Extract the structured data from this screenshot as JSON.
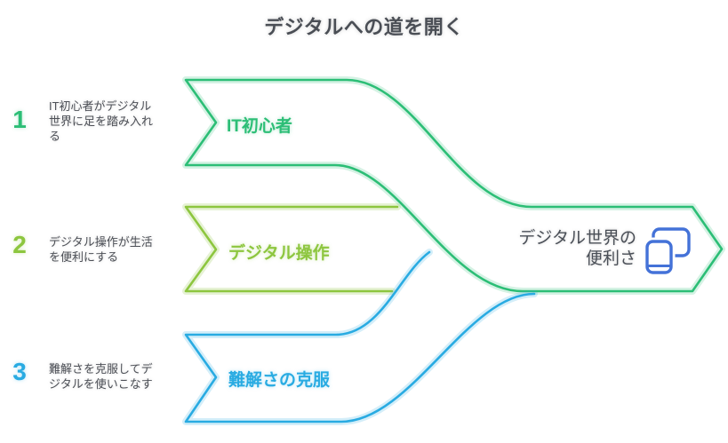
{
  "title": "デジタルへの道を開く",
  "colors": {
    "green": "#2cbe76",
    "lime": "#8dc63f",
    "blue": "#29abe2",
    "icon_blue": "#4472d8",
    "dark_text": "#4a4e55"
  },
  "steps": [
    {
      "number": "1",
      "desc_lines": [
        "IT初心者がデジタル",
        "世界に足を踏み入れ",
        "る"
      ],
      "band_label": "IT初心者",
      "color": "#2cbe76"
    },
    {
      "number": "2",
      "desc_lines": [
        "デジタル操作が生活",
        "を便利にする"
      ],
      "band_label": "デジタル操作",
      "color": "#8dc63f"
    },
    {
      "number": "3",
      "desc_lines": [
        "難解さを克服してデ",
        "ジタルを使いこなす"
      ],
      "band_label": "難解さの克服",
      "color": "#29abe2"
    }
  ],
  "result": {
    "label_lines": [
      "デジタル世界の",
      "便利さ"
    ],
    "icon": "devices-icon"
  }
}
